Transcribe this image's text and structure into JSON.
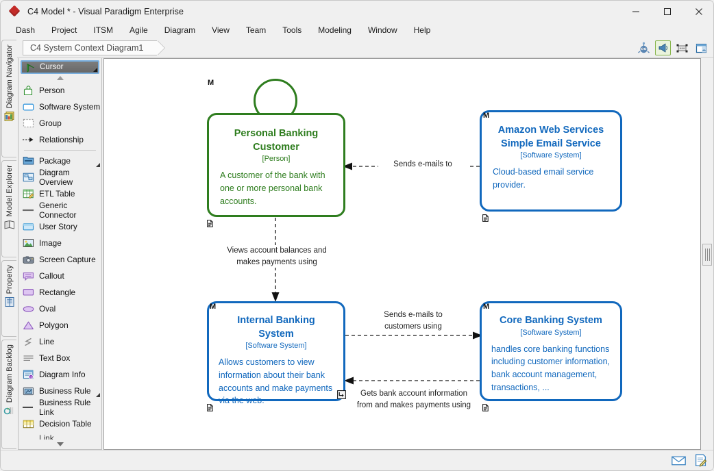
{
  "window": {
    "title": "C4 Model * - Visual Paradigm Enterprise",
    "logo_icon": "visual-paradigm-diamond-icon",
    "minimize_icon": "minimize-icon",
    "maximize_icon": "maximize-icon",
    "close_icon": "close-icon"
  },
  "menubar": {
    "items": [
      {
        "label": "Dash"
      },
      {
        "label": "Project"
      },
      {
        "label": "ITSM"
      },
      {
        "label": "Agile"
      },
      {
        "label": "Diagram"
      },
      {
        "label": "View"
      },
      {
        "label": "Team"
      },
      {
        "label": "Tools"
      },
      {
        "label": "Modeling"
      },
      {
        "label": "Window"
      },
      {
        "label": "Help"
      }
    ]
  },
  "tabstrip": {
    "document_tab": "C4 System Context Diagram1",
    "tools": [
      {
        "icon": "robot-assistant-icon",
        "active": false
      },
      {
        "icon": "megaphone-announce-icon",
        "active": true
      },
      {
        "icon": "fit-to-screen-icon",
        "active": false
      },
      {
        "icon": "panel-layout-icon",
        "active": false
      }
    ]
  },
  "rail": {
    "tabs": [
      {
        "label": "Diagram Navigator",
        "icon": "diagram-navigator-icon"
      },
      {
        "label": "Model Explorer",
        "icon": "model-explorer-icon"
      },
      {
        "label": "Property",
        "icon": "property-icon"
      },
      {
        "label": "Diagram Backlog",
        "icon": "diagram-backlog-icon"
      }
    ]
  },
  "palette": {
    "selected": {
      "label": "Cursor",
      "icon": "cursor-arrow-icon"
    },
    "scroll_up_icon": "scroll-up-arrow-icon",
    "scroll_down_icon": "scroll-down-arrow-icon",
    "items": [
      {
        "label": "Person",
        "icon": "person-shape-icon",
        "submenu": false
      },
      {
        "label": "Software System",
        "icon": "software-system-shape-icon",
        "submenu": false
      },
      {
        "label": "Group",
        "icon": "group-shape-icon",
        "submenu": false
      },
      {
        "label": "Relationship",
        "icon": "relationship-connector-icon",
        "submenu": false
      },
      {
        "separator": true
      },
      {
        "label": "Package",
        "icon": "package-icon",
        "submenu": true
      },
      {
        "label": "Diagram Overview",
        "icon": "diagram-overview-icon",
        "submenu": false
      },
      {
        "label": "ETL Table",
        "icon": "etl-table-icon",
        "submenu": false
      },
      {
        "label": "Generic Connector",
        "icon": "generic-connector-icon",
        "submenu": false
      },
      {
        "label": "User Story",
        "icon": "user-story-icon",
        "submenu": false
      },
      {
        "label": "Image",
        "icon": "image-icon",
        "submenu": false
      },
      {
        "label": "Screen Capture",
        "icon": "screen-capture-icon",
        "submenu": false
      },
      {
        "label": "Callout",
        "icon": "callout-icon",
        "submenu": false
      },
      {
        "label": "Rectangle",
        "icon": "rectangle-icon",
        "submenu": false
      },
      {
        "label": "Oval",
        "icon": "oval-icon",
        "submenu": false
      },
      {
        "label": "Polygon",
        "icon": "polygon-icon",
        "submenu": false
      },
      {
        "label": "Line",
        "icon": "line-icon",
        "submenu": false
      },
      {
        "label": "Text Box",
        "icon": "text-box-icon",
        "submenu": false
      },
      {
        "label": "Diagram Info",
        "icon": "diagram-info-icon",
        "submenu": false
      },
      {
        "label": "Business Rule",
        "icon": "business-rule-icon",
        "submenu": true
      },
      {
        "label": "Business Rule Link",
        "icon": "business-rule-link-icon",
        "submenu": false
      },
      {
        "label": "Decision Table",
        "icon": "decision-table-icon",
        "submenu": false
      },
      {
        "label": "Decision Table Link",
        "icon": "decision-table-link-icon",
        "submenu": false
      }
    ]
  },
  "colors": {
    "person_green": "#2E7D1E",
    "system_blue": "#1168BD",
    "selection_blue": "#78AEDE"
  },
  "diagram": {
    "nodes": [
      {
        "id": "personal-banking-customer",
        "kind": "person",
        "title": "Personal Banking Customer",
        "stereotype": "[Person]",
        "description": "A customer of the bank with one or more personal bank accounts.",
        "marker": "M",
        "doc_icon": "document-marker-icon"
      },
      {
        "id": "amazon-web-services-ses",
        "kind": "software-system",
        "title": "Amazon Web Services Simple Email Service",
        "stereotype": "[Software System]",
        "description": "Cloud-based email service provider.",
        "marker": "M",
        "doc_icon": "document-marker-icon"
      },
      {
        "id": "internal-banking-system",
        "kind": "software-system",
        "title": "Internal Banking System",
        "stereotype": "[Software System]",
        "description": "Allows customers to view information about their bank accounts and make payments via the web.",
        "marker": "M",
        "doc_icon": "document-marker-icon",
        "sub_icon": "subdiagram-icon"
      },
      {
        "id": "core-banking-system",
        "kind": "software-system",
        "title": "Core Banking System",
        "stereotype": "[Software System]",
        "description": "handles core banking functions including customer information, bank account management, transactions, ...",
        "marker": "M",
        "doc_icon": "document-marker-icon"
      }
    ],
    "relationships": [
      {
        "id": "ses-to-customer",
        "label": "Sends e-mails to",
        "from": "amazon-web-services-ses",
        "to": "personal-banking-customer",
        "style": "dashed"
      },
      {
        "id": "customer-to-internal",
        "label": "Views account balances and makes payments using",
        "from": "personal-banking-customer",
        "to": "internal-banking-system",
        "style": "dashed"
      },
      {
        "id": "internal-to-ses",
        "label": "Sends e-mails to customers using",
        "from": "internal-banking-system",
        "to": "amazon-web-services-ses",
        "style": "dashed"
      },
      {
        "id": "core-to-internal",
        "label": "Gets bank account information from and makes payments using",
        "from": "internal-banking-system",
        "to": "core-banking-system",
        "style": "dashed"
      }
    ],
    "splitter_icon": "panel-splitter-handle-icon"
  },
  "statusbar": {
    "buttons": [
      {
        "icon": "message-envelope-icon"
      },
      {
        "icon": "notes-edit-icon"
      }
    ]
  }
}
